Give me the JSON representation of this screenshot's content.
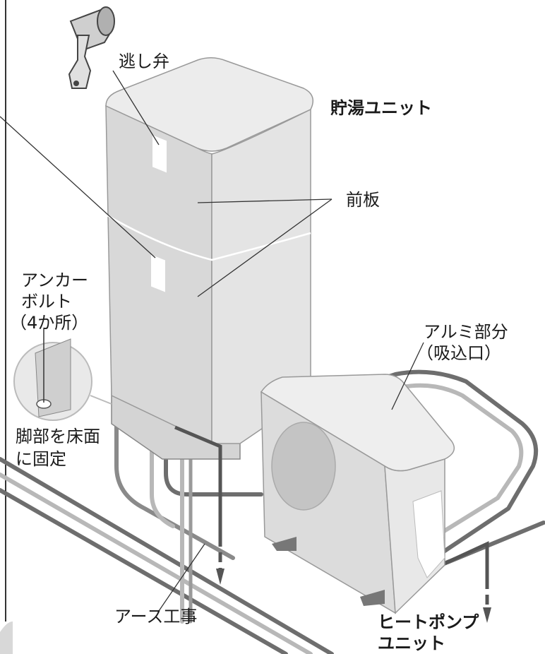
{
  "labels": {
    "relief_valve": "逃し弁",
    "tank_unit": "貯湯ユニット",
    "front_panel": "前板",
    "anchor_bolt_line1": "アンカー",
    "anchor_bolt_line2": "ボルト",
    "anchor_bolt_line3": "（4か所）",
    "leg_fix_line1": "脚部を床面",
    "leg_fix_line2": "に固定",
    "aluminum_line1": "アルミ部分",
    "aluminum_line2": "（吸込口）",
    "ground_work": "アース工事",
    "heat_pump_line1": "ヒートポンプ",
    "heat_pump_line2": "ユニット"
  },
  "colors": {
    "outline": "#555555",
    "unit_light": "#e6e6e6",
    "unit_mid": "#d4d4d4",
    "unit_dark": "#c2c2c2",
    "pipe_dark": "#6e6e6e",
    "pipe_light": "#b8b8b8",
    "leader": "#333333"
  }
}
